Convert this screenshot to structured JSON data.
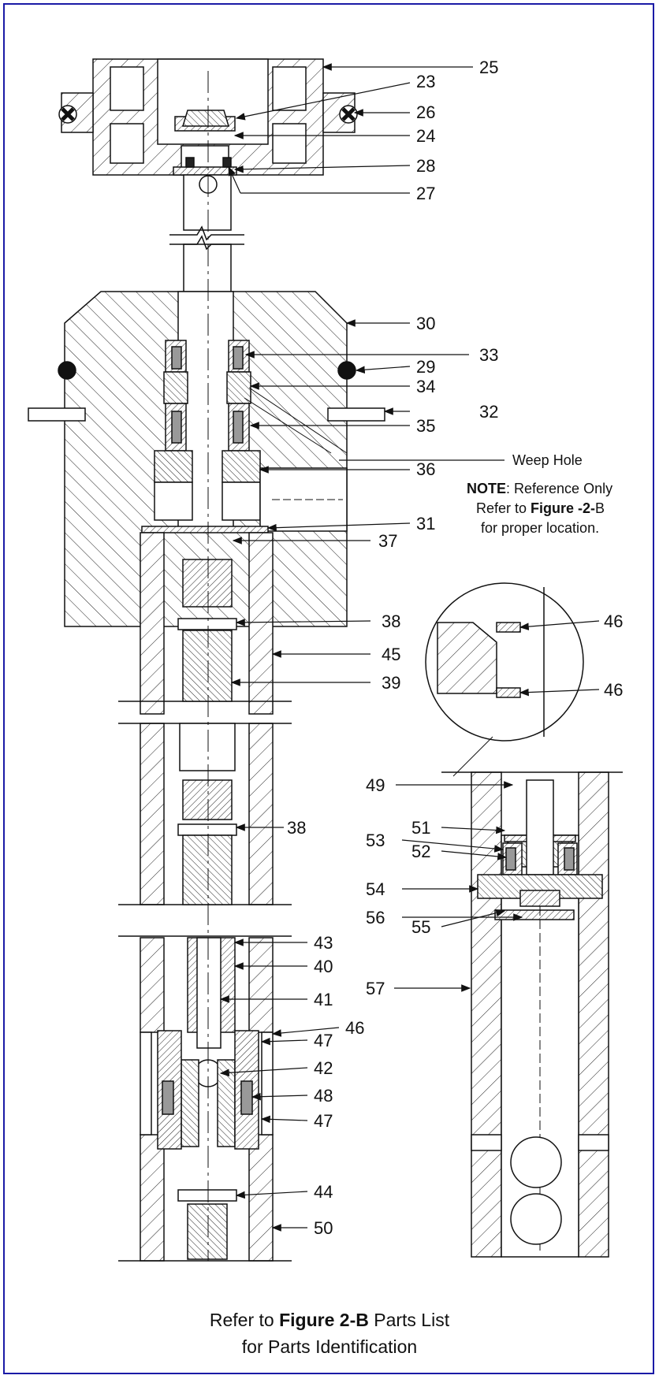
{
  "frame_color": "#1a1aa6",
  "callouts": [
    {
      "id": "25",
      "text": "25"
    },
    {
      "id": "23",
      "text": "23"
    },
    {
      "id": "26",
      "text": "26"
    },
    {
      "id": "24",
      "text": "24"
    },
    {
      "id": "28",
      "text": "28"
    },
    {
      "id": "27",
      "text": "27"
    },
    {
      "id": "30",
      "text": "30"
    },
    {
      "id": "33",
      "text": "33"
    },
    {
      "id": "29",
      "text": "29"
    },
    {
      "id": "34",
      "text": "34"
    },
    {
      "id": "32",
      "text": "32"
    },
    {
      "id": "35",
      "text": "35"
    },
    {
      "id": "36",
      "text": "36"
    },
    {
      "id": "31",
      "text": "31"
    },
    {
      "id": "37",
      "text": "37"
    },
    {
      "id": "38a",
      "text": "38"
    },
    {
      "id": "45",
      "text": "45"
    },
    {
      "id": "39",
      "text": "39"
    },
    {
      "id": "38b",
      "text": "38"
    },
    {
      "id": "43",
      "text": "43"
    },
    {
      "id": "40",
      "text": "40"
    },
    {
      "id": "41",
      "text": "41"
    },
    {
      "id": "46a",
      "text": "46"
    },
    {
      "id": "47a",
      "text": "47"
    },
    {
      "id": "42",
      "text": "42"
    },
    {
      "id": "48",
      "text": "48"
    },
    {
      "id": "47b",
      "text": "47"
    },
    {
      "id": "44",
      "text": "44"
    },
    {
      "id": "50",
      "text": "50"
    },
    {
      "id": "46b",
      "text": "46"
    },
    {
      "id": "46c",
      "text": "46"
    },
    {
      "id": "49",
      "text": "49"
    },
    {
      "id": "51",
      "text": "51"
    },
    {
      "id": "53",
      "text": "53"
    },
    {
      "id": "52",
      "text": "52"
    },
    {
      "id": "54",
      "text": "54"
    },
    {
      "id": "56",
      "text": "56"
    },
    {
      "id": "55",
      "text": "55"
    },
    {
      "id": "57",
      "text": "57"
    }
  ],
  "weep_hole": "Weep Hole",
  "note": {
    "bold": "NOTE",
    "line1_rest": ": Reference Only",
    "line2_pre": "Refer to ",
    "line2_bold": "Figure -2-",
    "line2_post": "B",
    "line3": "for proper location."
  },
  "caption": {
    "line1_pre": "Refer to ",
    "line1_bold": "Figure 2-B",
    "line1_post": " Parts List",
    "line2": "for Parts Identification"
  }
}
